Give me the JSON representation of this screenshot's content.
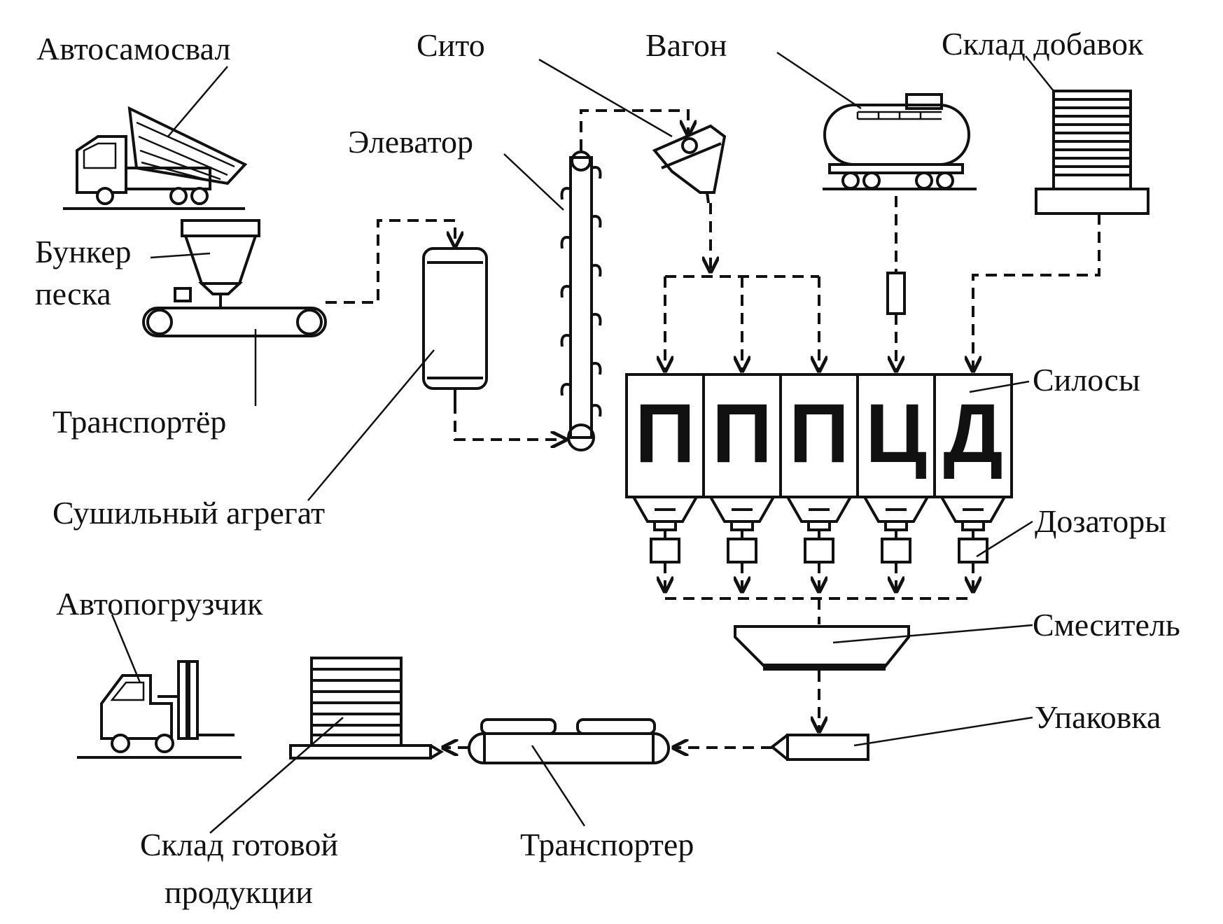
{
  "labels": {
    "dump_truck": "Автосамосвал",
    "sieve": "Сито",
    "wagon": "Вагон",
    "additive_store": "Склад добавок",
    "elevator": "Элеватор",
    "sand_bunker_line1": "Бункер",
    "sand_bunker_line2": "песка",
    "transporter_top": "Транспортёр",
    "dryer": "Сушильный агрегат",
    "silos": "Силосы",
    "dosers": "Дозаторы",
    "forklift": "Автопогрузчик",
    "mixer": "Смеситель",
    "packing": "Упаковка",
    "finished_store_line1": "Склад готовой",
    "finished_store_line2": "продукции",
    "transporter_bottom": "Транспортер"
  },
  "silo_letters": [
    "П",
    "П",
    "П",
    "Ц",
    "Д"
  ]
}
